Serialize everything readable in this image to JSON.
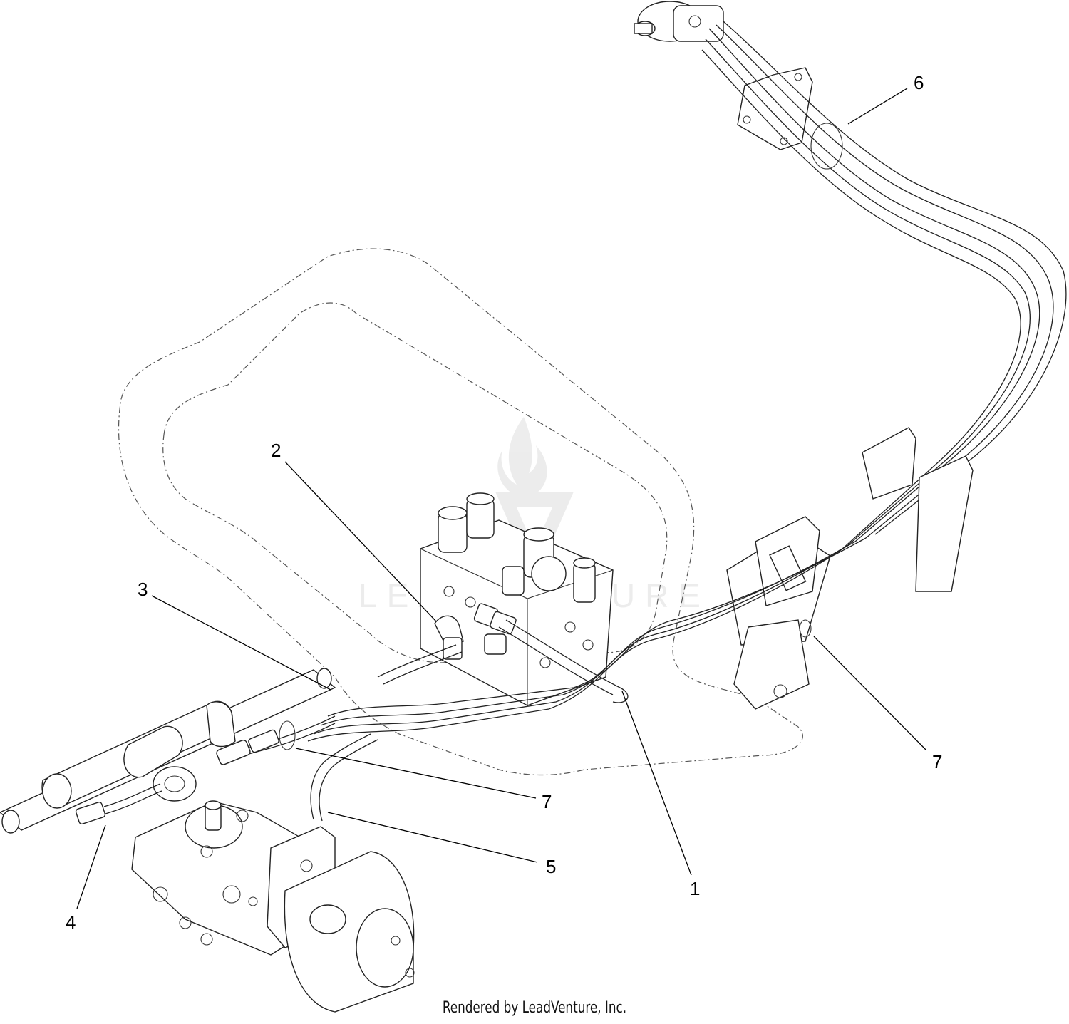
{
  "callouts": [
    {
      "id": "1",
      "label": "1"
    },
    {
      "id": "2",
      "label": "2"
    },
    {
      "id": "3",
      "label": "3"
    },
    {
      "id": "4",
      "label": "4"
    },
    {
      "id": "5",
      "label": "5"
    },
    {
      "id": "6",
      "label": "6"
    },
    {
      "id": "7a",
      "label": "7"
    },
    {
      "id": "7b",
      "label": "7"
    }
  ],
  "watermark": {
    "text": "LEADVENTURE"
  },
  "footer": {
    "text": "Rendered by LeadVenture, Inc."
  }
}
